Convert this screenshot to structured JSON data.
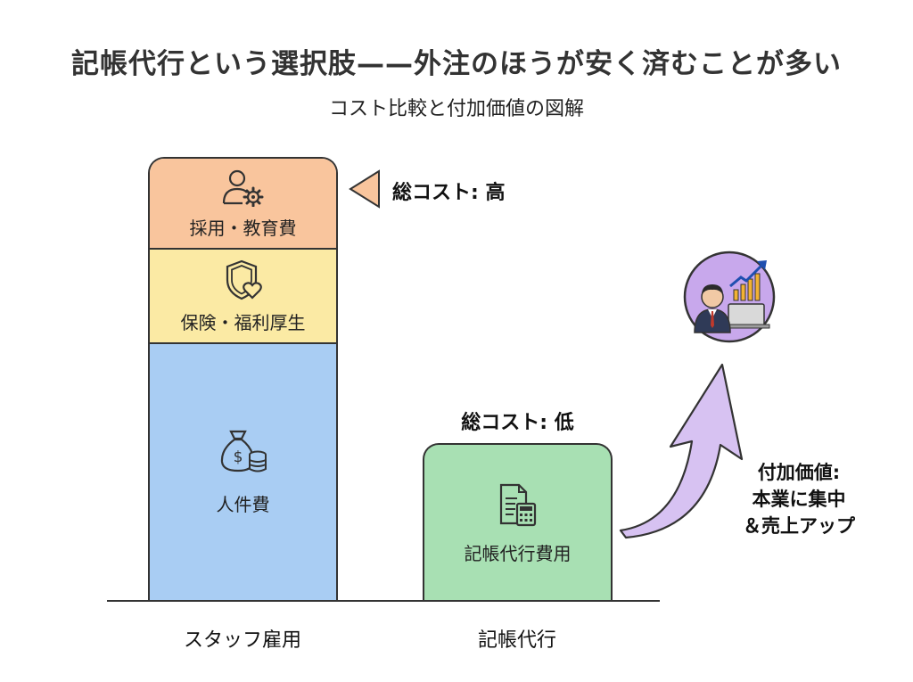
{
  "title": "記帳代行という選択肢——外注のほうが安く済むことが多い",
  "subtitle": "コスト比較と付加価値の図解",
  "staff_column": {
    "label": "スタッフ雇用",
    "total_cost_label": "総コスト: 高",
    "segments": [
      {
        "label": "採用・教育費",
        "color": "#f9c59d",
        "icon": "person-gear-icon"
      },
      {
        "label": "保険・福利厚生",
        "color": "#fbeaa4",
        "icon": "shield-heart-icon"
      },
      {
        "label": "人件費",
        "color": "#a9cdf3",
        "icon": "money-bag-coins-icon"
      }
    ]
  },
  "outsource_column": {
    "label": "記帳代行",
    "total_cost_label": "総コスト: 低",
    "segment_label": "記帳代行費用",
    "color": "#a8e0b3",
    "icon": "document-calculator-icon"
  },
  "added_value": {
    "line1": "付加価値:",
    "line2": "本業に集中",
    "line3": "＆売上アップ",
    "arrow_color": "#d7c2f2",
    "circle_color": "#c8a8ec",
    "icon": "businessman-growth-chart-icon"
  }
}
